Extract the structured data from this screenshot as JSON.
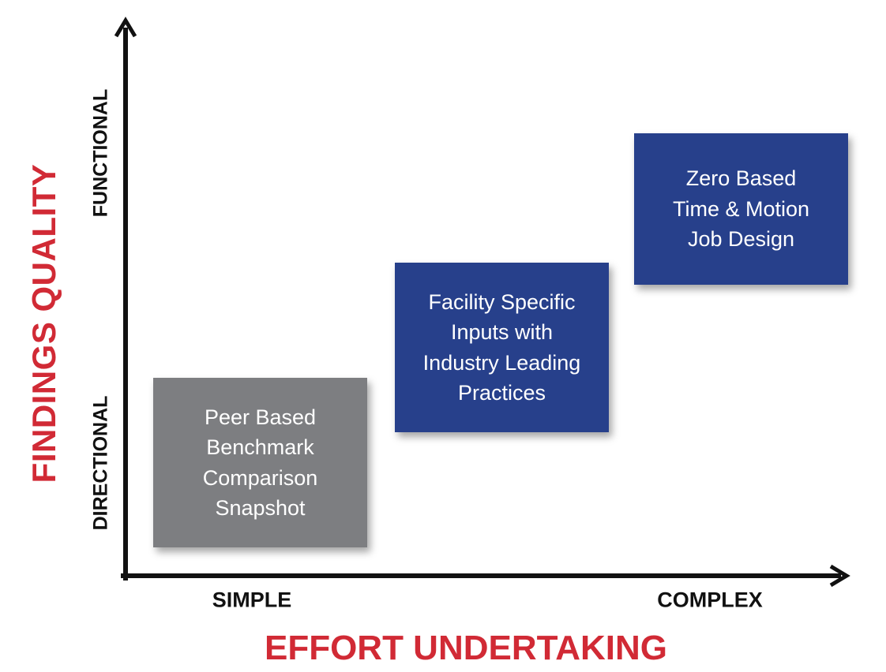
{
  "y_axis": {
    "title": "FINDINGS QUALITY",
    "ticks": {
      "low": "DIRECTIONAL",
      "high": "FUNCTIONAL"
    }
  },
  "x_axis": {
    "title": "EFFORT UNDERTAKING",
    "ticks": {
      "low": "SIMPLE",
      "high": "COMPLEX"
    }
  },
  "boxes": [
    {
      "lines": [
        "Peer Based",
        "Benchmark",
        "Comparison",
        "Snapshot"
      ],
      "color": "#7d7e81"
    },
    {
      "lines": [
        "Facility Specific",
        "Inputs with",
        "Industry Leading",
        "Practices"
      ],
      "color": "#27408b"
    },
    {
      "lines": [
        "Zero Based",
        "Time & Motion",
        "Job Design"
      ],
      "color": "#27408b"
    }
  ],
  "colors": {
    "accent_red": "#d12a35",
    "axis": "#111111",
    "gray_box": "#7d7e81",
    "blue_box": "#27408b"
  }
}
